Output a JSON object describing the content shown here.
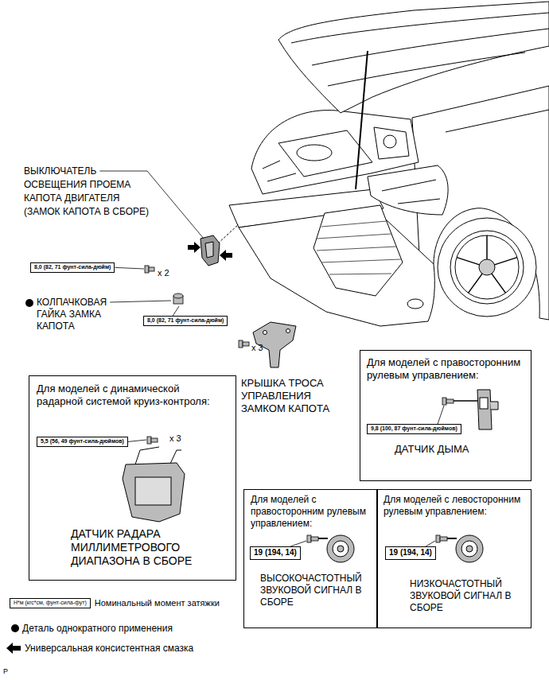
{
  "diagram": {
    "nodes": [
      {
        "text": [
          "8,0 (82, 71 фунт-сила-дюйм)"
        ]
      },
      {
        "text": [
          "8,0 (82, 71 фунт-сила-дюйм)"
        ]
      },
      {
        "text": [
          "Для моделей с правосторонним рулевым управлением:",
          "ДАТЧИК ДЫМА"
        ]
      },
      {
        "text": [
          "9,8 (100, 87 фунт-сила-дюймов)"
        ],
        "in": 2
      },
      {
        "text": [
          "Для моделей с динамической радарной системой круиз-контроля:",
          "x 3",
          "ДАТЧИК РАДАРА МИЛЛИМЕТРОВОГО ДИАПАЗОНА В СБОРЕ"
        ]
      },
      {
        "text": [
          "5,5 (56, 49 фунт-сила-дюймов)"
        ],
        "in": 4
      },
      {
        "text": [
          "Для моделей с правосторонним рулевым управлением:",
          "ВЫСОКОЧАСТОТНЫЙ ЗВУКОВОЙ СИГНАЛ В СБОРЕ"
        ]
      },
      {
        "text": [
          "19 (194, 14)"
        ],
        "in": 6
      },
      {
        "text": [
          "Для моделей с левосторонним рулевым управлением:",
          "НИЗКОЧАСТОТНЫЙ ЗВУКОВОЙ СИГНАЛ В СБОРЕ"
        ]
      },
      {
        "text": [
          "19 (194, 14)"
        ],
        "in": 8
      },
      {
        "text": [
          "Н*м (кгс*см, фунт-сила-фут)"
        ]
      }
    ],
    "labels": [
      "ВЫКЛЮЧАТЕЛЬ ОСВЕЩЕНИЯ ПРОЕМА КАПОТА ДВИГАТЕЛЯ (ЗАМОК КАПОТА В СБОРЕ)",
      "x 2",
      "КОЛПАЧКОВАЯ ГАЙКА ЗАМКА КАПОТА",
      "x 3",
      "КРЫШКА ТРОСА УПРАВЛЕНИЯ ЗАМКОМ КАПОТА",
      "P"
    ],
    "legend": [
      {
        "text": "Номинальный момент затяжки"
      },
      {
        "text": "Деталь однократного применения"
      },
      {
        "text": "Универсальная консистентная смазка"
      }
    ]
  }
}
